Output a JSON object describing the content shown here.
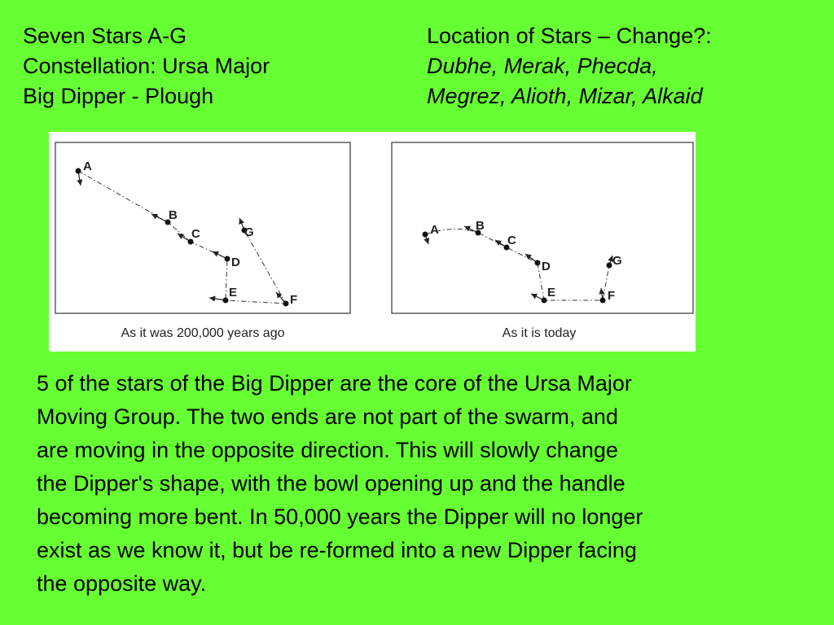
{
  "header_left": {
    "line1": "Seven Stars  A-G",
    "line2": "Constellation: Ursa Major",
    "line3": "Big Dipper - Plough"
  },
  "header_right": {
    "line1": "Location of Stars – Change?:",
    "line2": "Dubhe, Merak, Phecda,",
    "line3": "Megrez, Alioth, Mizar, Alkaid"
  },
  "figure": {
    "past_caption": "As it was 200,000 years ago",
    "present_caption": "As it is today",
    "star_labels": [
      "A",
      "B",
      "C",
      "D",
      "E",
      "F",
      "G"
    ],
    "colors": {
      "background": "#66ff33",
      "panel": "#ffffff",
      "ink": "#222222"
    }
  },
  "body": {
    "lines": [
      "5 of the stars of the Big Dipper are the core of the Ursa Major",
      "Moving Group. The two ends are not part of the swarm, and",
      "are moving in the opposite direction. This will slowly change",
      "the Dipper's shape, with the bowl opening up and the handle",
      "becoming more bent. In 50,000 years the Dipper will no longer",
      "exist as we know it, but be re-formed into a new Dipper facing",
      "the opposite way."
    ]
  }
}
